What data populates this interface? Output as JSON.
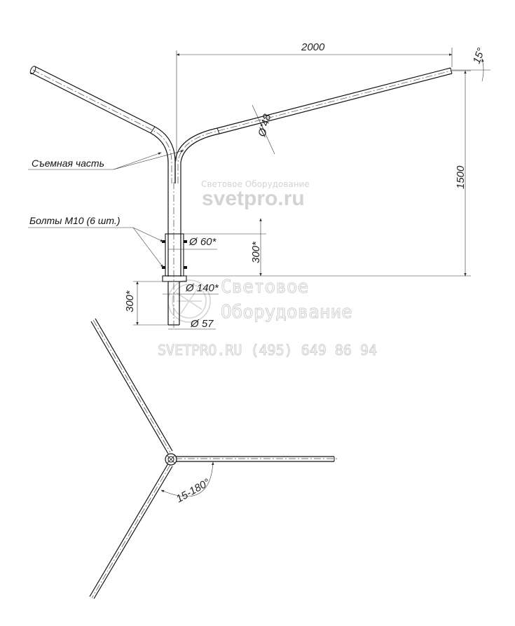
{
  "labels": {
    "removable_part": "Съемная часть",
    "bolts": "Болты М10 (6 шт.)"
  },
  "dimensions": {
    "arm_length": "2000",
    "arm_angle": "15°",
    "height": "1500",
    "arm_diameter": "Ø 48",
    "sleeve_diameter": "Ø 60*",
    "sleeve_length": "300*",
    "flange_diameter": "Ø 140*",
    "base_length": "300*",
    "base_diameter": "Ø 57",
    "rotation_range": "15-180°"
  },
  "watermark": {
    "line1": "Световое Оборудование",
    "line2": "svetpro.ru",
    "line3": "Световое",
    "line4": "Оборудование",
    "line5": "SVETPRO.RU  (495) 649 86 94"
  }
}
